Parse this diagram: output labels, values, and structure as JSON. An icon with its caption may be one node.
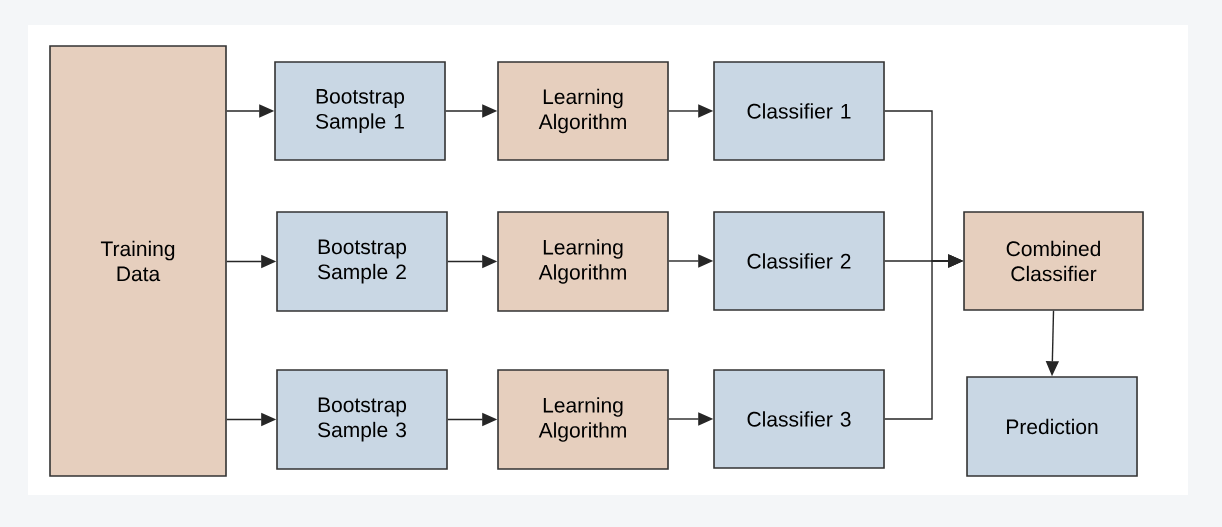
{
  "diagram": {
    "nodes": [
      {
        "text": [
          "Training Data"
        ]
      },
      {
        "text": [
          "Bootstrap Sample 1"
        ]
      },
      {
        "text": [
          "Learning Algorithm"
        ]
      },
      {
        "text": [
          "Classifier 1"
        ]
      },
      {
        "text": [
          "Bootstrap Sample 2"
        ]
      },
      {
        "text": [
          "Learning Algorithm"
        ]
      },
      {
        "text": [
          "Classifier 2"
        ]
      },
      {
        "text": [
          "Combined Classifier"
        ]
      },
      {
        "text": [
          "Bootstrap Sample 3"
        ]
      },
      {
        "text": [
          "Learning Algorithm"
        ]
      },
      {
        "text": [
          "Classifier 3"
        ]
      },
      {
        "text": [
          "Prediction"
        ]
      }
    ],
    "edges": [
      {
        "from": 0,
        "to": 1,
        "arrow": "to"
      },
      {
        "from": 0,
        "to": 4,
        "arrow": "to"
      },
      {
        "from": 0,
        "to": 8,
        "arrow": "to"
      },
      {
        "from": 1,
        "to": 2,
        "arrow": "to"
      },
      {
        "from": 4,
        "to": 5,
        "arrow": "to"
      },
      {
        "from": 8,
        "to": 9,
        "arrow": "to"
      },
      {
        "from": 2,
        "to": 3,
        "arrow": "to"
      },
      {
        "from": 5,
        "to": 6,
        "arrow": "to"
      },
      {
        "from": 9,
        "to": 10,
        "arrow": "to"
      },
      {
        "from": 3,
        "to": 7,
        "arrow": "to"
      },
      {
        "from": 6,
        "to": 7,
        "arrow": "to"
      },
      {
        "from": 10,
        "to": 7,
        "arrow": "to"
      },
      {
        "from": 7,
        "to": 11,
        "arrow": "to"
      }
    ]
  }
}
